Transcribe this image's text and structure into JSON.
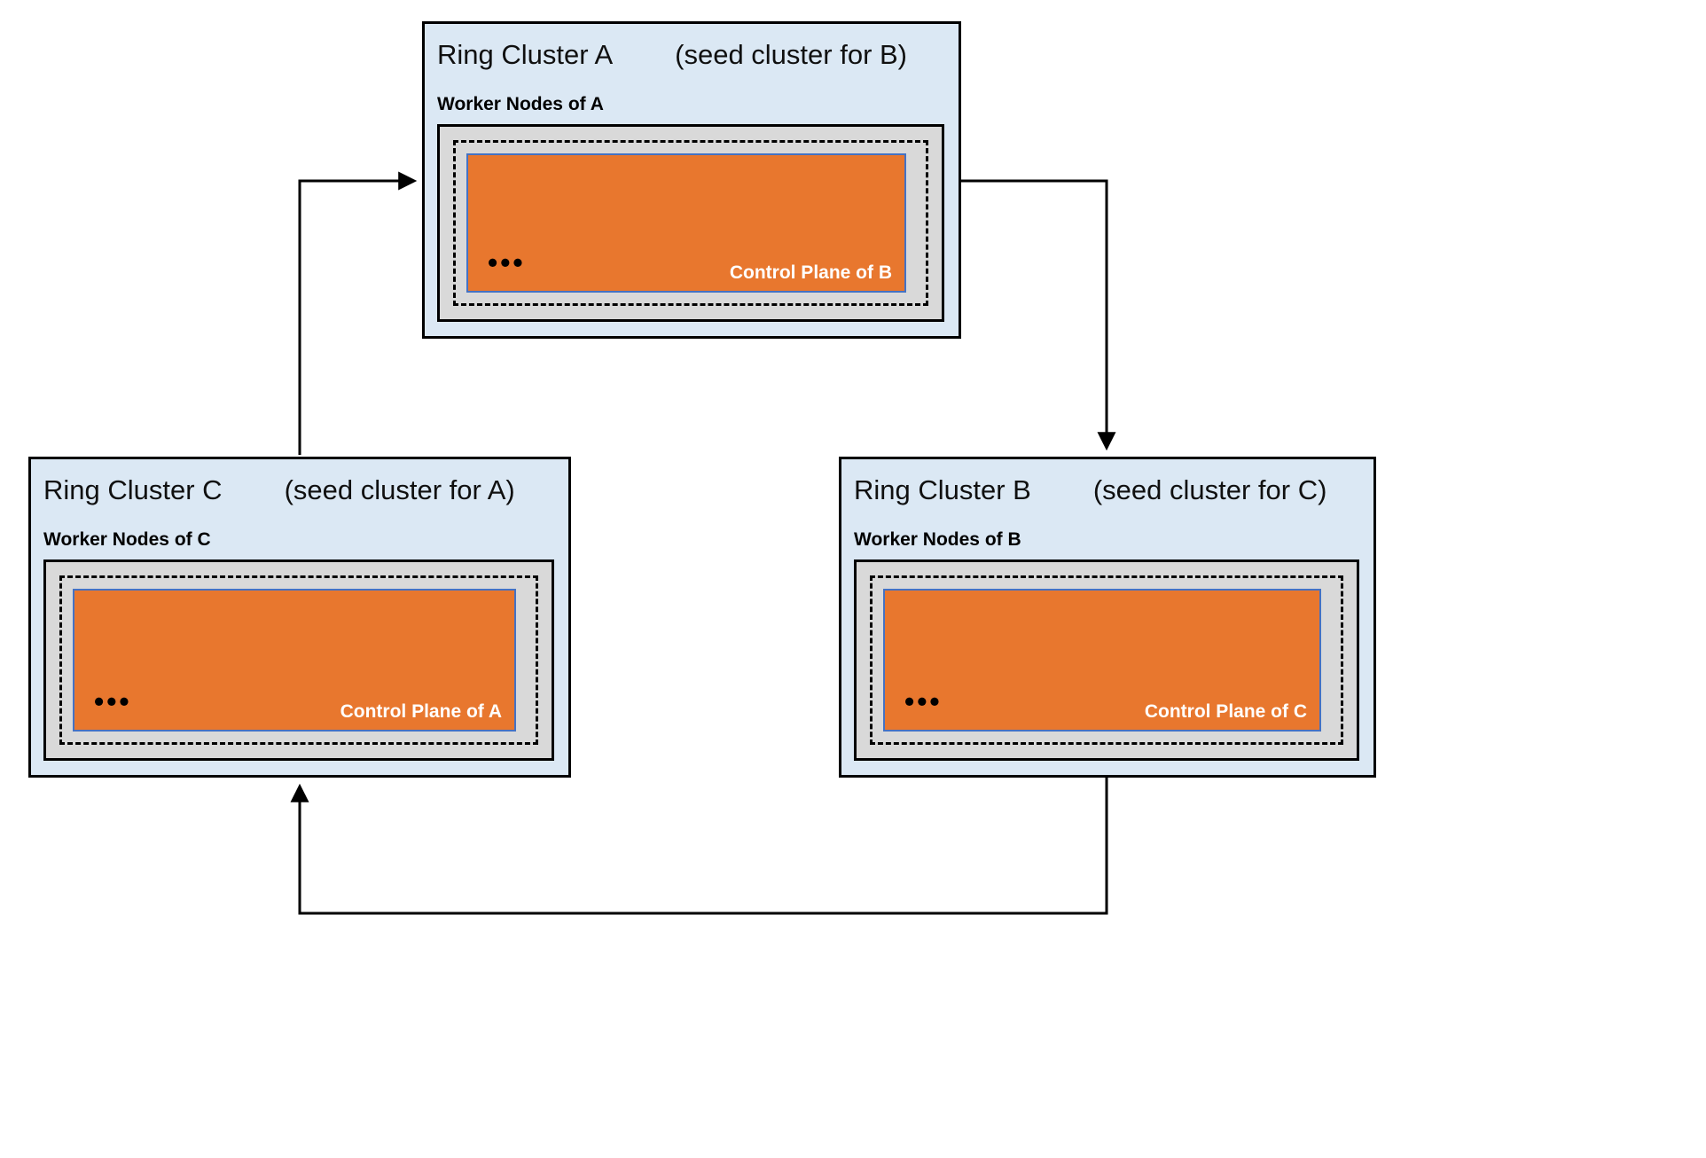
{
  "clusters": [
    {
      "id": "A",
      "title": "Ring Cluster A",
      "subtitle": "(seed cluster for B)",
      "worker_label": "Worker Nodes of A",
      "control_plane_label": "Control Plane of B",
      "dots": "•••"
    },
    {
      "id": "C",
      "title": "Ring Cluster C",
      "subtitle": "(seed cluster for A)",
      "worker_label": "Worker Nodes of C",
      "control_plane_label": "Control Plane of A",
      "dots": "•••"
    },
    {
      "id": "B",
      "title": "Ring Cluster B",
      "subtitle": "(seed cluster for C)",
      "worker_label": "Worker Nodes of B",
      "control_plane_label": "Control Plane of C",
      "dots": "•••"
    }
  ],
  "relations": [
    {
      "from": "C",
      "to": "A"
    },
    {
      "from": "A",
      "to": "B"
    },
    {
      "from": "B",
      "to": "C"
    }
  ],
  "colors": {
    "cluster_bg": "#dbe8f4",
    "gray_bg": "#d9d9d9",
    "orange": "#e8772e",
    "orange_border": "#4472c4",
    "line": "#000000"
  }
}
